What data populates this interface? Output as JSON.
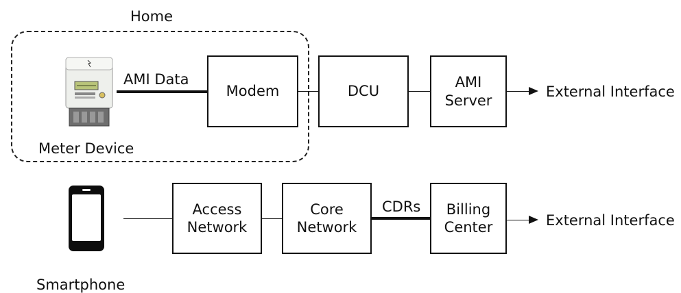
{
  "home_group": {
    "label": "Home"
  },
  "meter_device": {
    "label": "Meter Device"
  },
  "smartphone": {
    "label": "Smartphone"
  },
  "ami_row": {
    "link_label": "AMI Data",
    "modem": "Modem",
    "dcu": "DCU",
    "ami_server": [
      "AMI",
      "Server"
    ],
    "external": "External Interface"
  },
  "mobile_row": {
    "access_network": [
      "Access",
      "Network"
    ],
    "core_network": [
      "Core",
      "Network"
    ],
    "link_label": "CDRs",
    "billing_center": [
      "Billing",
      "Center"
    ],
    "external": "External Interface"
  }
}
